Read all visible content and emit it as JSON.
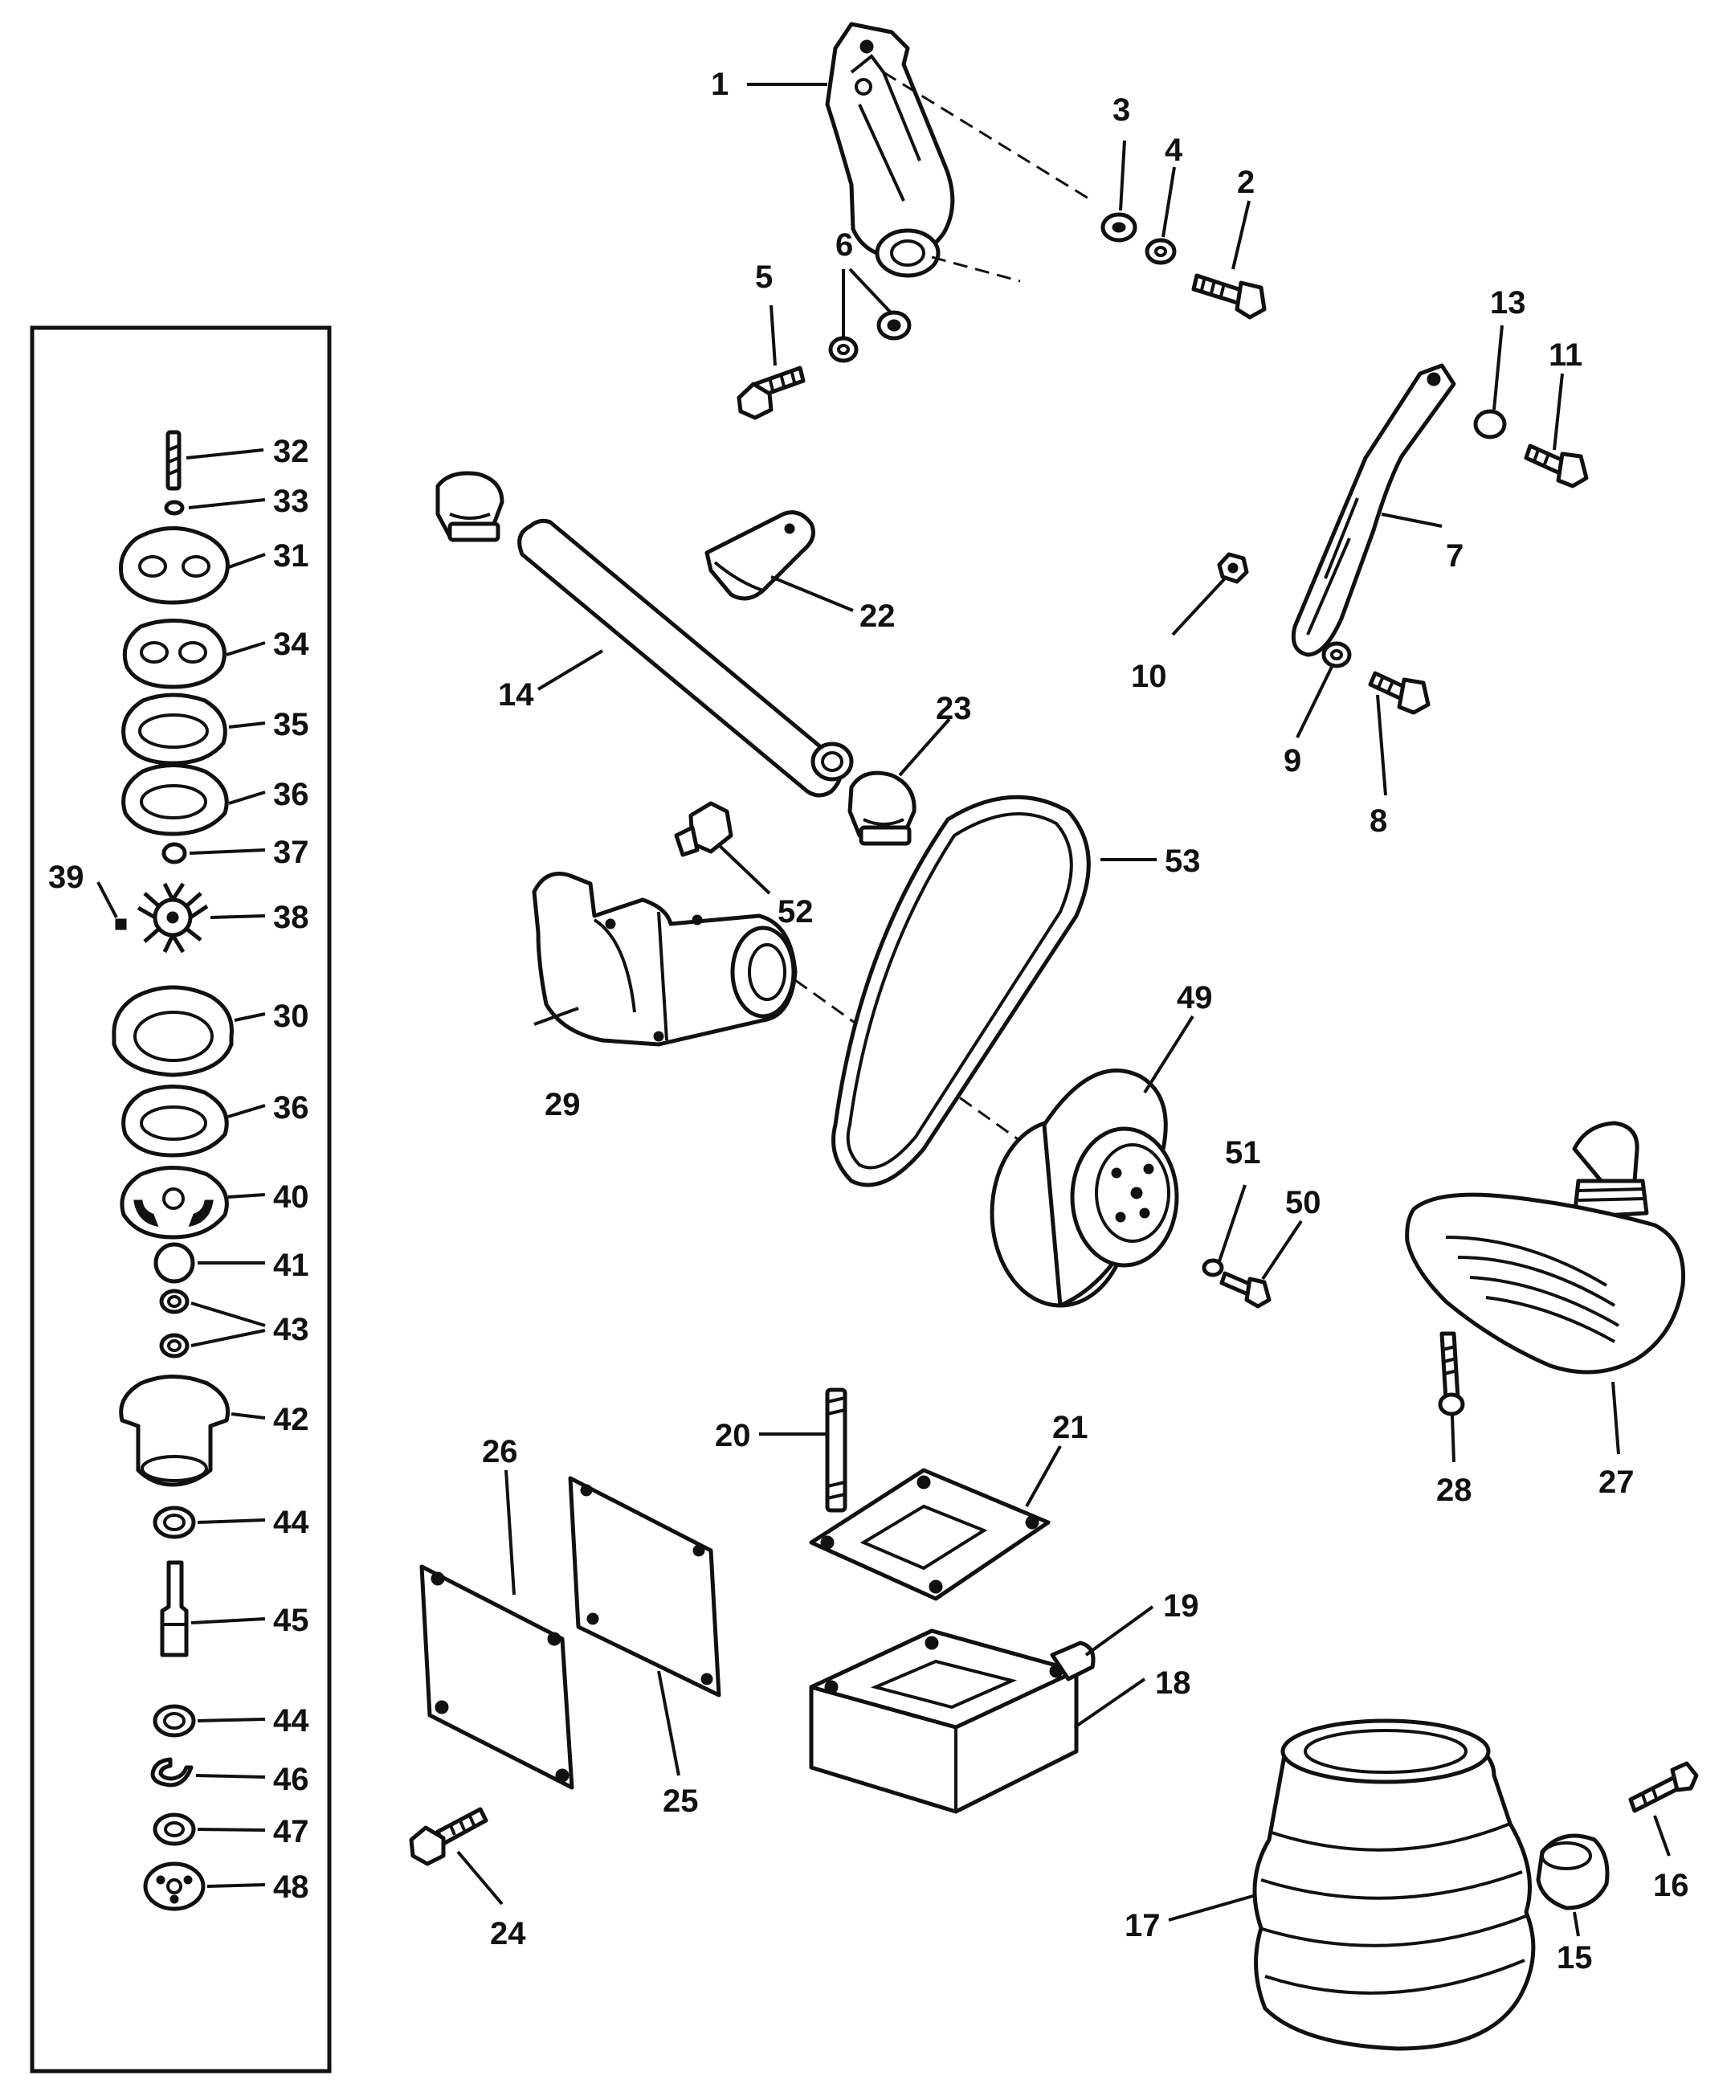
{
  "callouts": {
    "c1": "1",
    "c2": "2",
    "c3": "3",
    "c4": "4",
    "c5": "5",
    "c6": "6",
    "c7": "7",
    "c8": "8",
    "c9": "9",
    "c10": "10",
    "c11": "11",
    "c13": "13",
    "c14": "14",
    "c15": "15",
    "c16": "16",
    "c17": "17",
    "c18": "18",
    "c19": "19",
    "c20": "20",
    "c21": "21",
    "c22": "22",
    "c23": "23",
    "c24": "24",
    "c25": "25",
    "c26": "26",
    "c27": "27",
    "c28": "28",
    "c29": "29",
    "c30": "30",
    "c31": "31",
    "c32": "32",
    "c33": "33",
    "c34": "34",
    "c35": "35",
    "c36a": "36",
    "c36b": "36",
    "c37": "37",
    "c38": "38",
    "c39": "39",
    "c40": "40",
    "c41": "41",
    "c42": "42",
    "c43": "43",
    "c44a": "44",
    "c44b": "44",
    "c45": "45",
    "c46": "46",
    "c47": "47",
    "c48": "48",
    "c49": "49",
    "c50": "50",
    "c51": "51",
    "c52": "52",
    "c53": "53"
  }
}
